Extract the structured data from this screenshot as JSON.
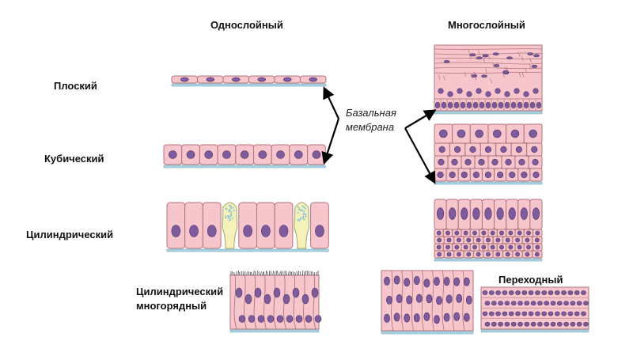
{
  "headers": {
    "single_layer": "Однослойный",
    "multi_layer": "Многослойный"
  },
  "row_labels": {
    "flat": "Плоский",
    "cubic": "Кубический",
    "cylindrical": "Цилиндрический",
    "pseudo_line1": "Цилиндрический",
    "pseudo_line2": "многорядный"
  },
  "annotations": {
    "membrane_line1": "Базальная",
    "membrane_line2": "мембрана",
    "transitional": "Переходный"
  },
  "colors": {
    "cell_fill": "#f7c6cc",
    "cell_stroke": "#b0747c",
    "nucleus": "#7d5b9c",
    "membrane": "#a9d4e4",
    "goblet": "#f4f2b8",
    "arrow": "#000000"
  }
}
